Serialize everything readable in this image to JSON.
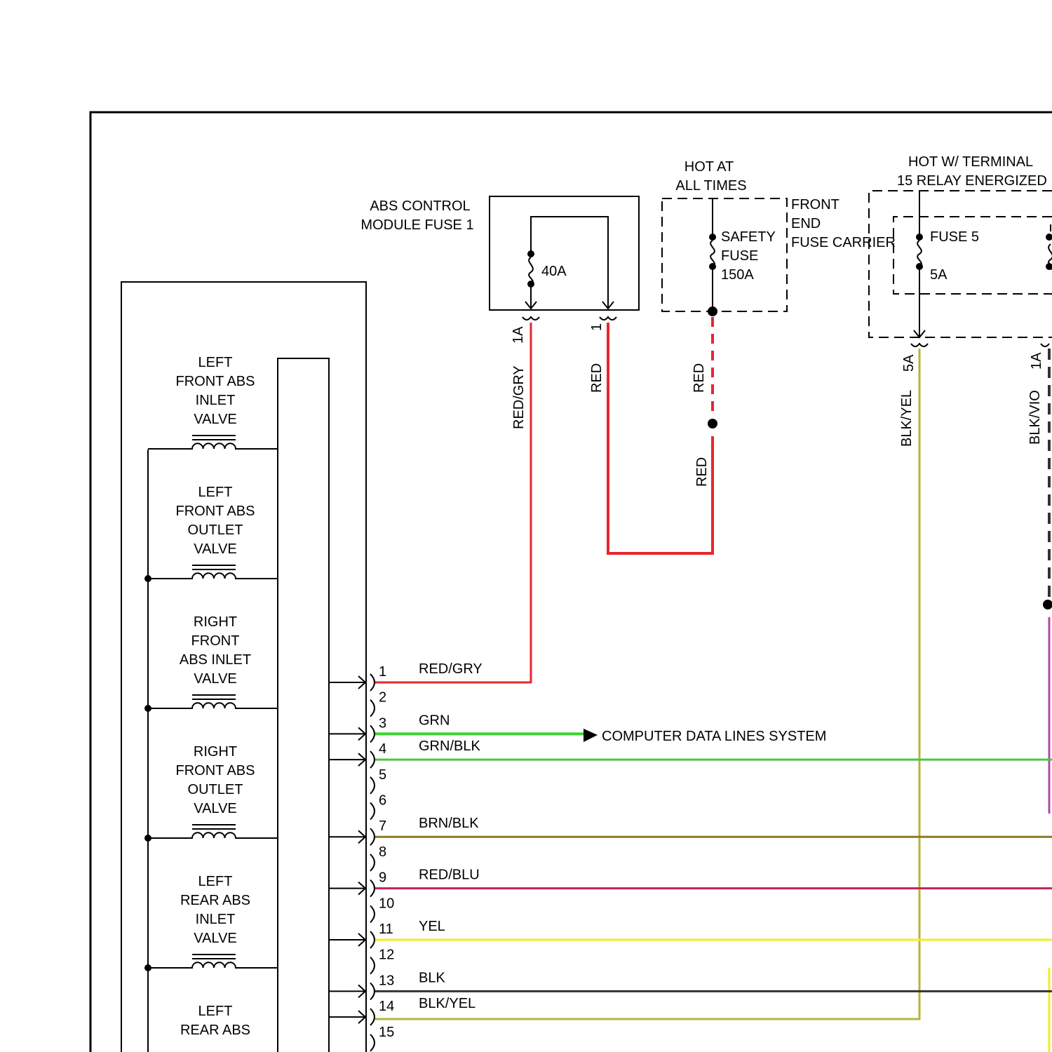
{
  "fuse_box_1": {
    "label_line1": "ABS CONTROL",
    "label_line2": "MODULE FUSE 1",
    "rating": "40A",
    "pin_left": "1A",
    "pin_right": "1"
  },
  "safety_fuse": {
    "hot_line1": "HOT AT",
    "hot_line2": "ALL TIMES",
    "name_line1": "SAFETY",
    "name_line2": "FUSE",
    "rating": "150A"
  },
  "front_end_carrier": {
    "line1": "FRONT",
    "line2": "END",
    "line3": "FUSE CARRIER"
  },
  "fuse_5": {
    "hot_line1": "HOT W/ TERMINAL",
    "hot_line2": "15 RELAY ENERGIZED",
    "name": "FUSE 5",
    "rating": "5A",
    "pin_left": "5A",
    "pin_right": "1A"
  },
  "wire_labels": {
    "red_gry": "RED/GRY",
    "red_a": "RED",
    "red_b": "RED",
    "red_c": "RED",
    "blk_yel": "BLK/YEL",
    "blk_vio": "BLK/VIO"
  },
  "valves": [
    {
      "lines": [
        "LEFT",
        "FRONT ABS",
        "INLET",
        "VALVE"
      ]
    },
    {
      "lines": [
        "LEFT",
        "FRONT ABS",
        "OUTLET",
        "VALVE"
      ]
    },
    {
      "lines": [
        "RIGHT",
        "FRONT",
        "ABS INLET",
        "VALVE"
      ]
    },
    {
      "lines": [
        "RIGHT",
        "FRONT ABS",
        "OUTLET",
        "VALVE"
      ]
    },
    {
      "lines": [
        "LEFT",
        "REAR ABS",
        "INLET",
        "VALVE"
      ]
    },
    {
      "lines": [
        "LEFT",
        "REAR ABS"
      ]
    }
  ],
  "pins": [
    "1",
    "2",
    "3",
    "4",
    "5",
    "6",
    "7",
    "8",
    "9",
    "10",
    "11",
    "12",
    "13",
    "14",
    "15"
  ],
  "connector_wires": [
    {
      "pin": "1",
      "label": "RED/GRY",
      "color": "#e8262e"
    },
    {
      "pin": "3",
      "label": "GRN",
      "color": "#39d62e"
    },
    {
      "pin": "4",
      "label": "GRN/BLK",
      "color": "#46c93c"
    },
    {
      "pin": "7",
      "label": "BRN/BLK",
      "color": "#8a7a2a"
    },
    {
      "pin": "9",
      "label": "RED/BLU",
      "color": "#c0235e"
    },
    {
      "pin": "11",
      "label": "YEL",
      "color": "#f2ee1c"
    },
    {
      "pin": "13",
      "label": "BLK",
      "color": "#333333"
    },
    {
      "pin": "14",
      "label": "BLK/YEL",
      "color": "#b5b53a"
    }
  ],
  "data_lines_label": "COMPUTER DATA LINES SYSTEM",
  "colors": {
    "red": "#e8262e",
    "blk_yel": "#b5b53a",
    "blk_vio": "#b04aa8"
  }
}
